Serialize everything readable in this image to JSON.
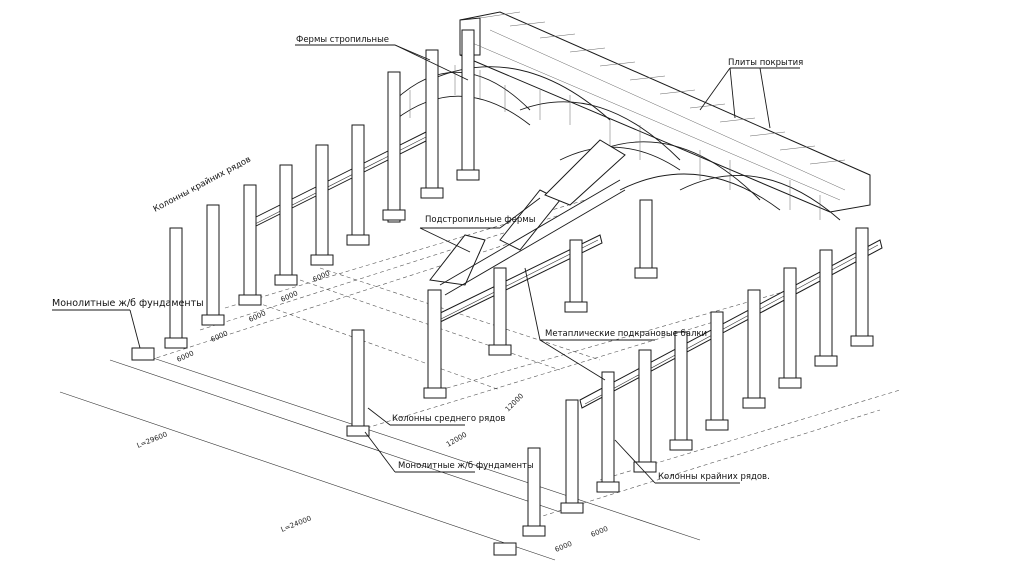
{
  "labels": {
    "rafter_trusses": "Фермы  стропильные",
    "roof_slabs": "Плиты покрытия",
    "outer_row_columns_left": "Колонны крайних рядов",
    "sub_trusses": "Подстропильные фермы",
    "monolithic_foundations_left": "Монолитные ж/б фундаменты",
    "metal_crane_beams": "Метаплические подкрановые балки",
    "middle_row_columns": "Колонны среднего рядов",
    "monolithic_foundations_middle": "Монолитные ж/б фундаменты",
    "outer_row_columns_right": "Колонны крайних рядов."
  },
  "dimensions": {
    "span_6000_a": "6000",
    "span_6000_b": "6000",
    "span_6000_c": "6000",
    "span_6000_d": "6000",
    "span_6000_e": "6000",
    "span_12000_a": "12000",
    "span_12000_b": "12000",
    "length_total": "L=29600",
    "length_inner": "L=24000",
    "span_6000_f": "6000",
    "span_6000_g": "6000"
  }
}
